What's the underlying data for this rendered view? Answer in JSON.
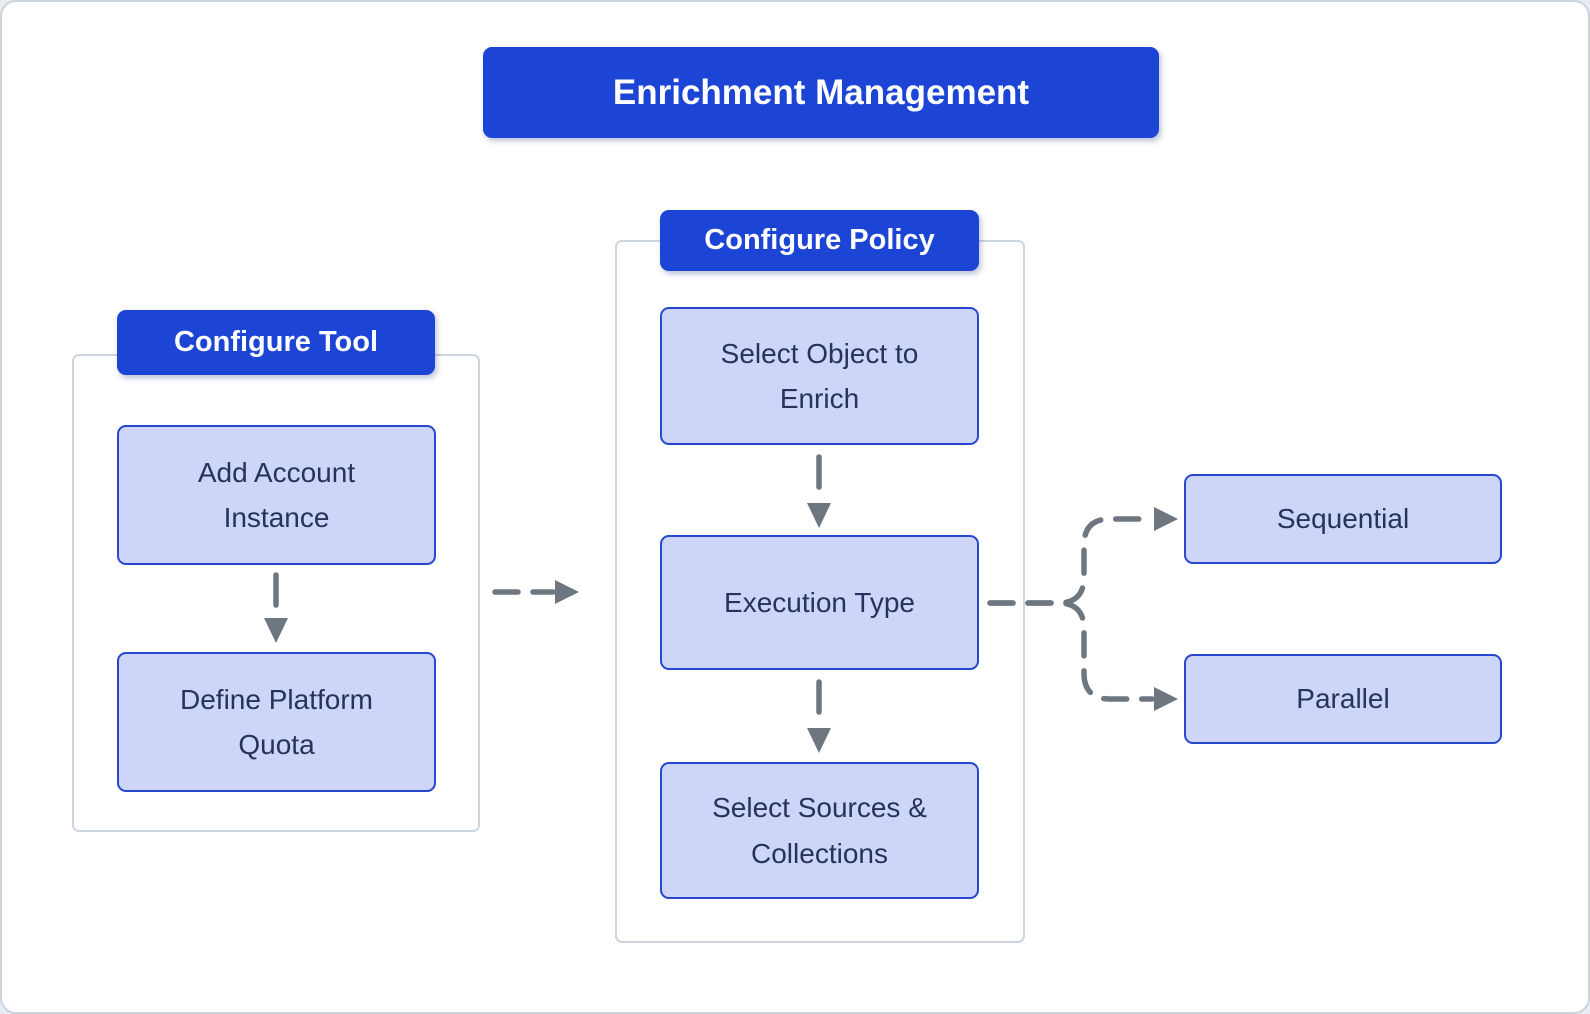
{
  "title": "Enrichment Management",
  "groups": {
    "configure_tool": {
      "label": "Configure Tool",
      "steps": [
        {
          "label": "Add Account Instance"
        },
        {
          "label": "Define Platform Quota"
        }
      ]
    },
    "configure_policy": {
      "label": "Configure Policy",
      "steps": [
        {
          "label": "Select Object to Enrich"
        },
        {
          "label": "Execution Type"
        },
        {
          "label": "Select Sources & Collections"
        }
      ]
    }
  },
  "execution_types": [
    {
      "label": "Sequential"
    },
    {
      "label": "Parallel"
    }
  ],
  "connections": [
    {
      "from": "Add Account Instance",
      "to": "Define Platform Quota",
      "style": "dashed",
      "direction": "down"
    },
    {
      "from": "Configure Tool",
      "to": "Configure Policy",
      "style": "dashed",
      "direction": "right"
    },
    {
      "from": "Select Object to Enrich",
      "to": "Execution Type",
      "style": "dashed",
      "direction": "down"
    },
    {
      "from": "Execution Type",
      "to": "Select Sources & Collections",
      "style": "dashed",
      "direction": "down"
    },
    {
      "from": "Execution Type",
      "to": "Sequential",
      "style": "dashed",
      "direction": "branch-right-up"
    },
    {
      "from": "Execution Type",
      "to": "Parallel",
      "style": "dashed",
      "direction": "branch-right-down"
    }
  ],
  "colors": {
    "banner_blue": "#1c45d6",
    "node_fill": "#cdd5f8",
    "node_border": "#2747d0",
    "node_text": "#27335c",
    "arrow_gray": "#6e7680",
    "group_border": "#ccd5de",
    "background": "#ffffff"
  }
}
